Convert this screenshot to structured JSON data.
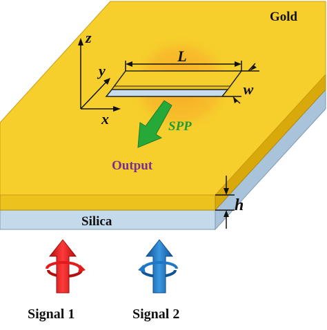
{
  "labels": {
    "gold": "Gold",
    "silica": "Silica",
    "axis_z": "z",
    "axis_y": "y",
    "axis_x": "x",
    "length": "L",
    "width": "w",
    "thickness": "h",
    "spp": "SPP",
    "output": "Output",
    "signal_1": "Signal 1",
    "signal_2": "Signal 2"
  },
  "colors": {
    "gold_top": "#f6cf2c",
    "gold_glow": "#f7a624",
    "gold_front": "#ecc21f",
    "gold_right": "#d9a90c",
    "silica_front": "#c4d9ea",
    "silica_right": "#a9c4da",
    "slot": "#c6dcee",
    "spp_arrow": "#27a93a",
    "output_text": "#7a2e8f",
    "signal1": "#e21c1c",
    "signal2": "#1e78c7"
  }
}
